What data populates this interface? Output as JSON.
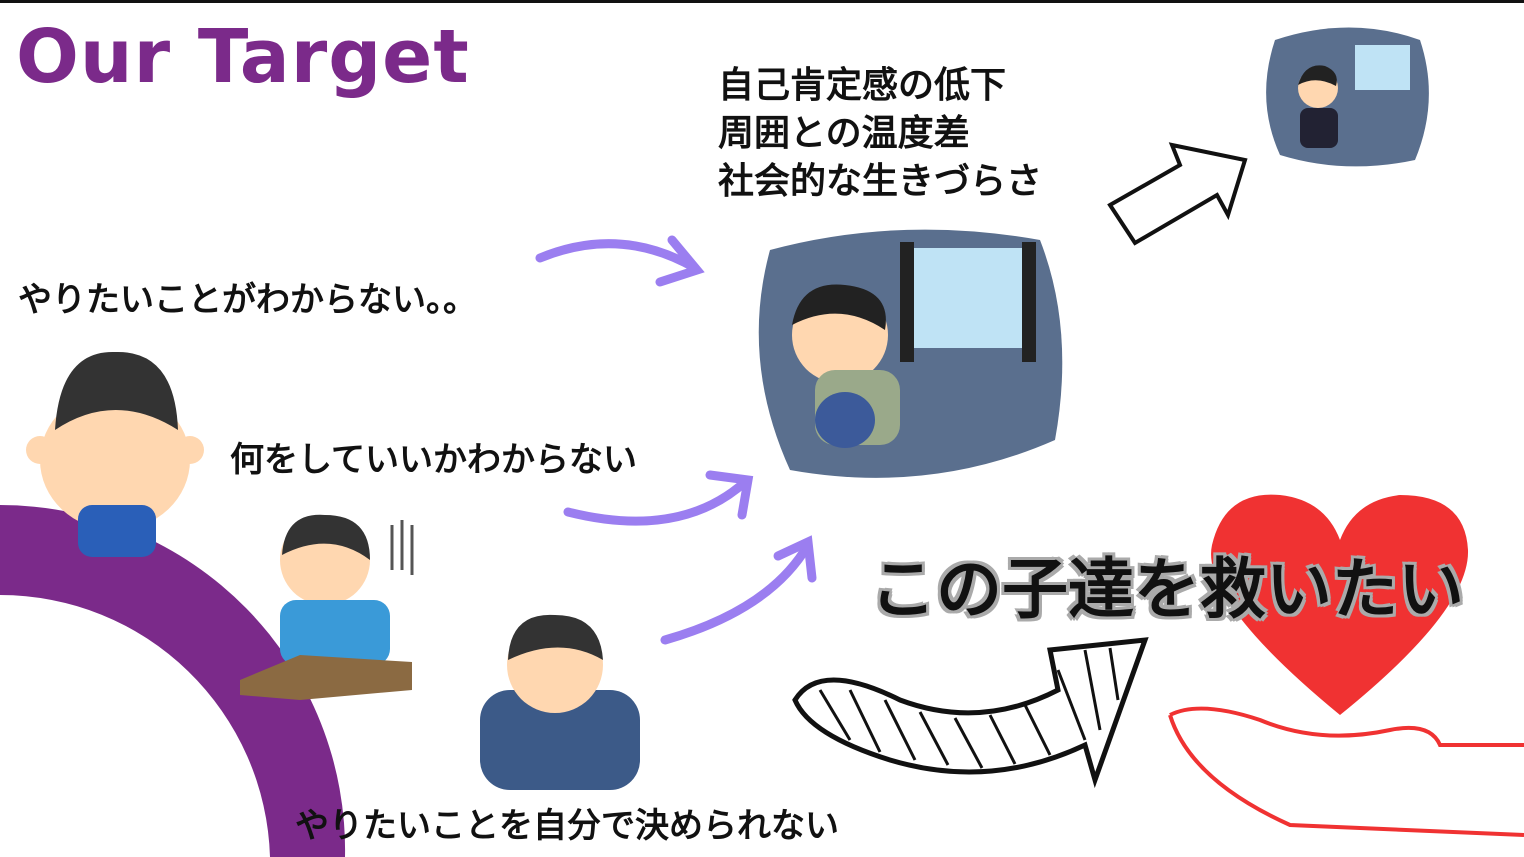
{
  "slide": {
    "title": "Our Target",
    "statements": [
      "やりたいことがわからない。。",
      "何をしていいかわからない",
      "やりたいことを自分で決められない"
    ],
    "effects": [
      "自己肯定感の低下",
      "周囲との温度差",
      "社会的な生きづらさ"
    ],
    "call_to_action": "この子達を救いたい"
  },
  "colors": {
    "title": "#7b2a8a",
    "arc": "#7b2a8a",
    "arrow": "#9b7ef0",
    "heart": "#f03232"
  }
}
